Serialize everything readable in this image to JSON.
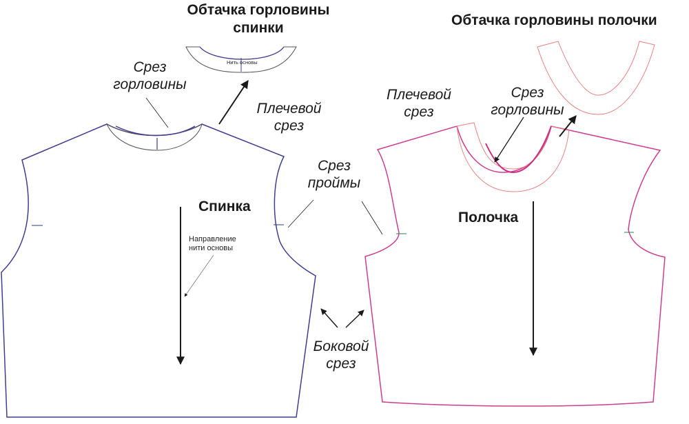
{
  "titles": {
    "back_facing_line1": "Обтачка горловины",
    "back_facing_line2": "спинки",
    "front_facing": "Обтачка горловины полочки"
  },
  "parts": {
    "back": "Спинка",
    "front": "Полочка"
  },
  "cut_labels": {
    "neckline_back_line1": "Срез",
    "neckline_back_line2": "горловины",
    "shoulder_back_line1": "Плечевой",
    "shoulder_back_line2": "срез",
    "armhole_line1": "Срез",
    "armhole_line2": "проймы",
    "shoulder_front_line1": "Плечевой",
    "shoulder_front_line2": "срез",
    "neckline_front_line1": "Срез",
    "neckline_front_line2": "горловины",
    "side_line1": "Боковой",
    "side_line2": "срез"
  },
  "grain": {
    "line1": "Направление",
    "line2": "нити основы",
    "facing": "Нить основы"
  },
  "colors": {
    "back_outline": "#3f3d8f",
    "front_outline": "#cc3d8f",
    "facing_front": "#e88080",
    "facing_back": "#555555",
    "arrow": "#1a1a1a",
    "notch": "#2b7a4b"
  }
}
